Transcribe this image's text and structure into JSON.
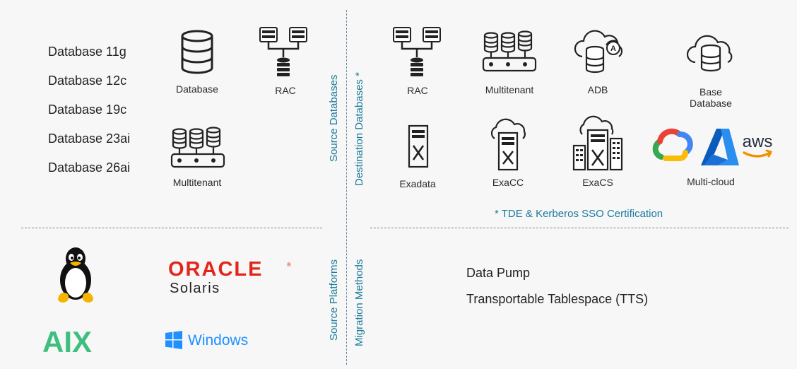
{
  "versions": [
    "Database 11g",
    "Database 12c",
    "Database 19c",
    "Database 23ai",
    "Database 26ai"
  ],
  "source_databases": {
    "title": "Source Databases",
    "items": [
      "Database",
      "RAC",
      "Multitenant"
    ]
  },
  "destination": {
    "title": "Destination  Databases *",
    "items": [
      "RAC",
      "Multitenant",
      "ADB",
      "Base\nDatabase",
      "Exadata",
      "ExaCC",
      "ExaCS",
      "Multi-cloud"
    ],
    "note": "* TDE & Kerberos SSO Certification",
    "logo_text": {
      "adb_badge": "A",
      "aws": "aws"
    }
  },
  "source_platforms": {
    "title": "Source Platforms",
    "oracle": "ORACLE",
    "oracle_reg": "®",
    "solaris": "Solaris",
    "aix": "AIX",
    "windows": "Windows"
  },
  "migration_methods": {
    "title": "Migration Methods",
    "items": [
      "Data Pump",
      "Transportable Tablespace (TTS)"
    ]
  },
  "colors": {
    "accent": "#1a7a9c",
    "oracle_red": "#e3261c",
    "aix_green": "#3fbf7f",
    "windows_blue": "#1e90ff",
    "azure_blue": "#1d6fd8",
    "aws_orange": "#f29100",
    "gcp": [
      "#4285f4",
      "#ea4335",
      "#fbbc05",
      "#34a853"
    ]
  }
}
